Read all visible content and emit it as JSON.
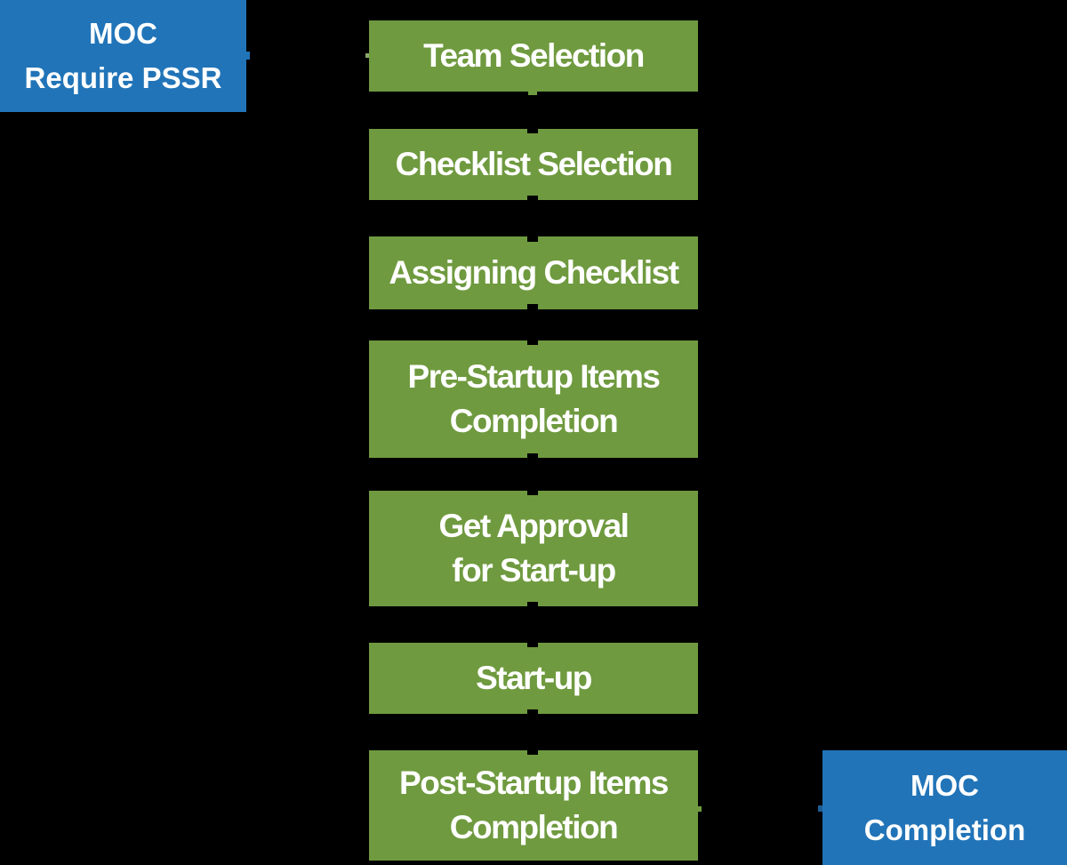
{
  "flowchart": {
    "title_hint": "MOC PSSR process flow",
    "start": {
      "label": "MOC\nRequire PSSR"
    },
    "steps": [
      {
        "label": "Team Selection"
      },
      {
        "label": "Checklist Selection"
      },
      {
        "label": "Assigning Checklist"
      },
      {
        "label": "Pre-Startup Items\nCompletion"
      },
      {
        "label": "Get Approval\nfor Start-up"
      },
      {
        "label": "Start-up"
      },
      {
        "label": "Post-Startup Items\nCompletion"
      }
    ],
    "end": {
      "label": "MOC\nCompletion"
    }
  },
  "colors": {
    "background": "#000000",
    "process_green": "#6F9A3F",
    "terminal_blue": "#2174B8",
    "text": "#FFFFFF"
  }
}
